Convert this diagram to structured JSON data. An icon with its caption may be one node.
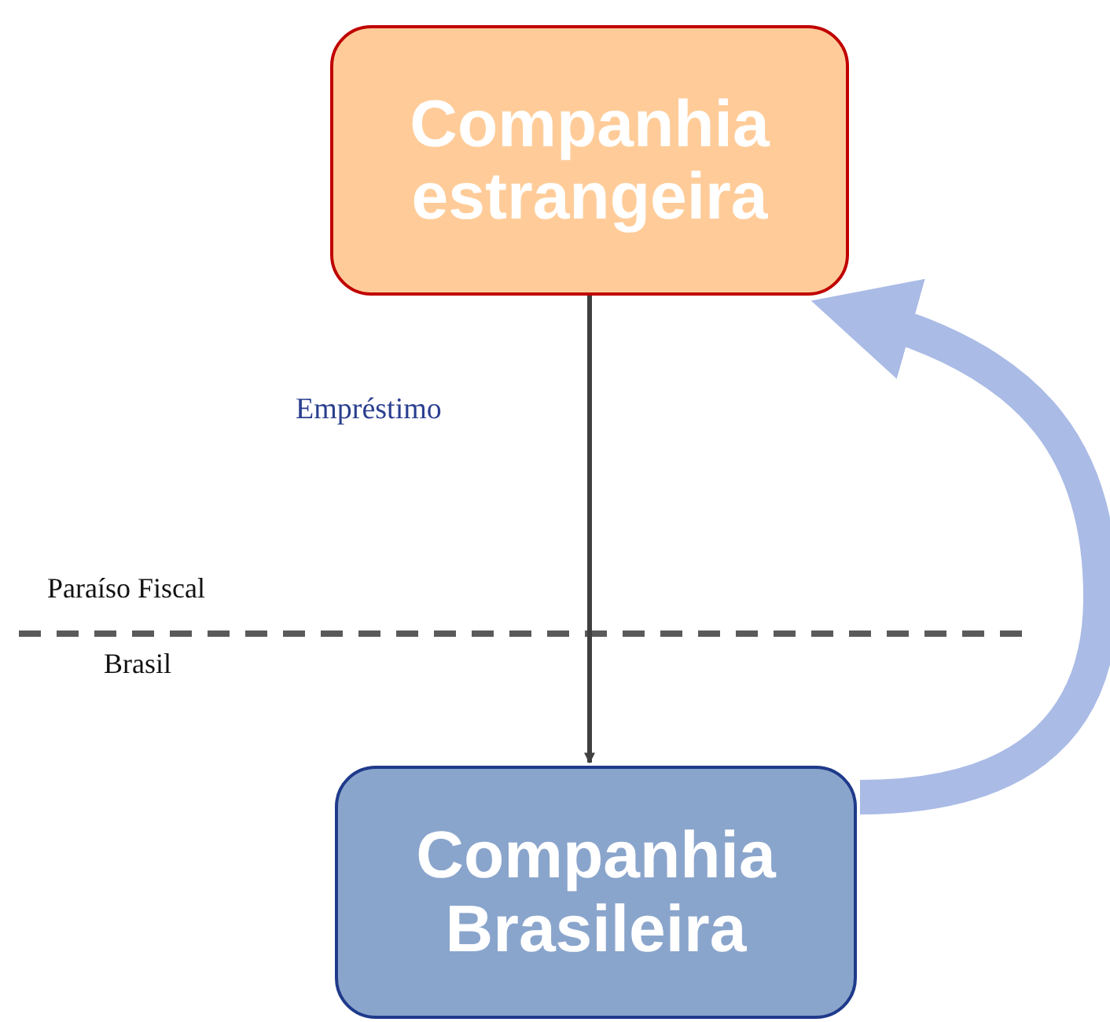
{
  "diagram": {
    "nodes": [
      {
        "text": [
          "Companhia estrangeira"
        ]
      },
      {
        "text": [
          "Companhia Brasileira"
        ]
      }
    ],
    "edges": [
      {
        "from": 0,
        "to": 1,
        "arrow": "to",
        "label": "Empréstimo"
      },
      {
        "from": 1,
        "to": 0,
        "arrow": "to",
        "style": "thick",
        "color": "#aabbe6"
      }
    ],
    "labels": [
      "Paraíso Fiscal",
      "Brasil"
    ]
  }
}
